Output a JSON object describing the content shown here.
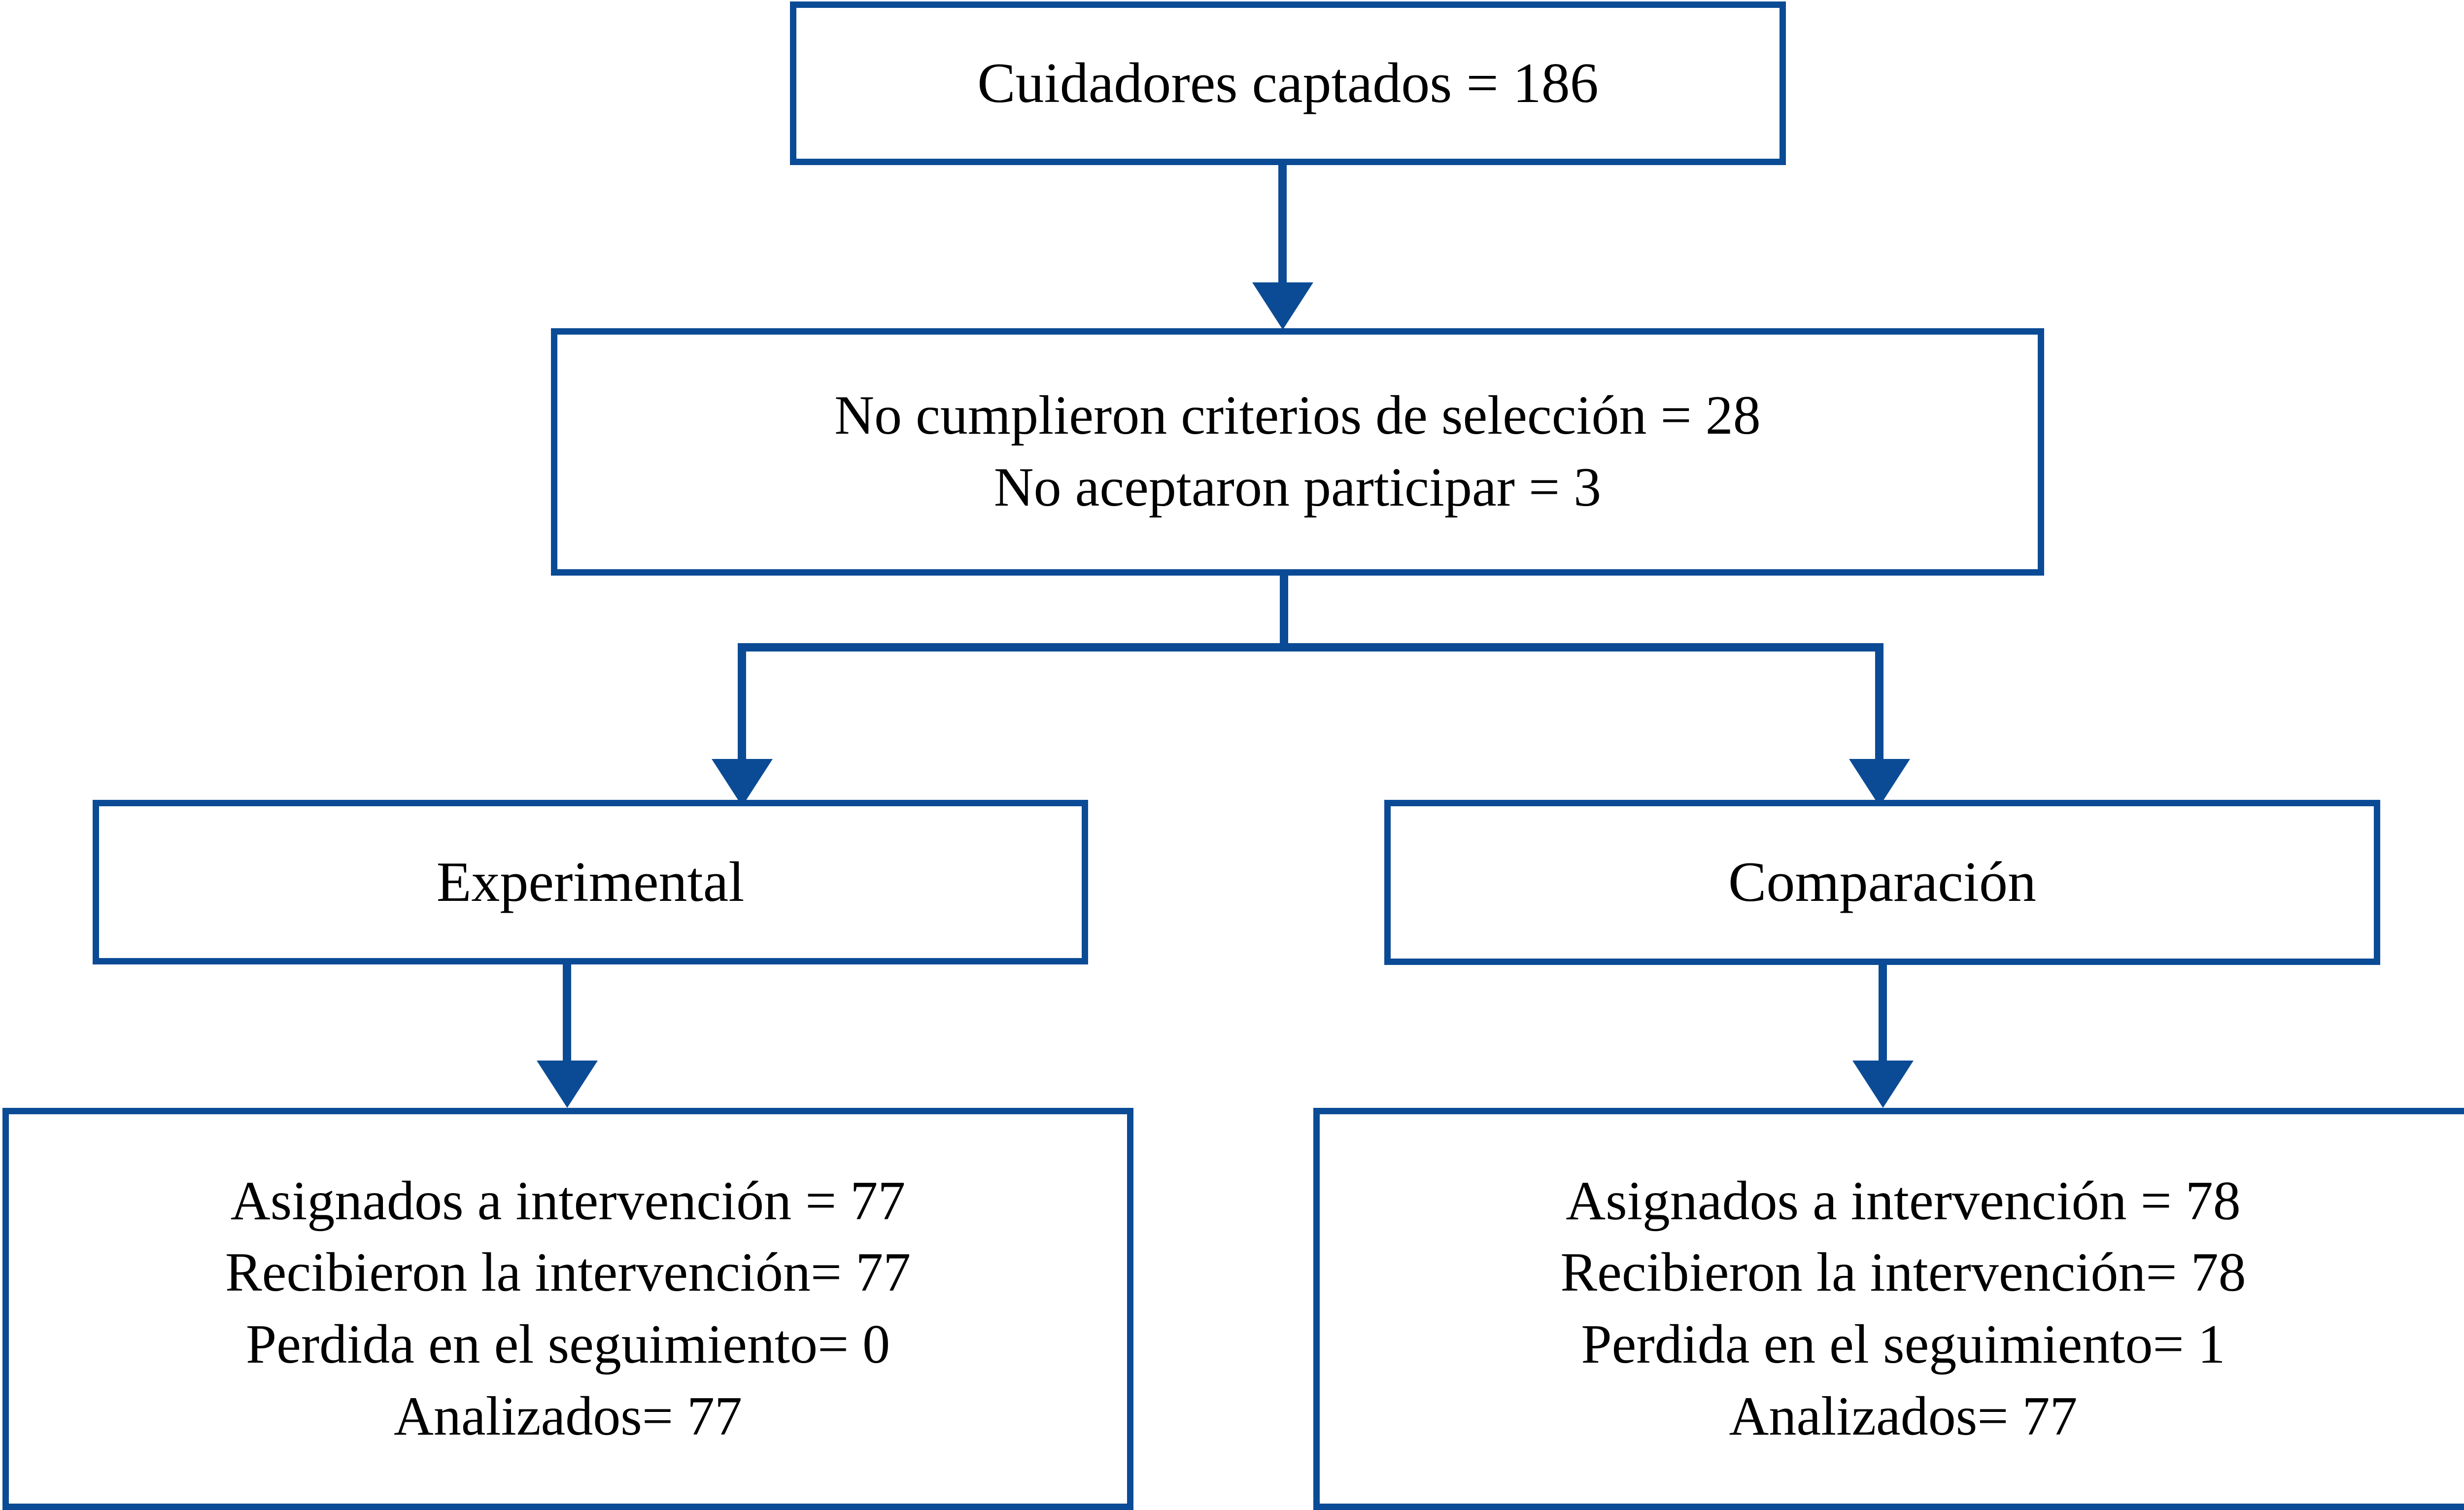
{
  "diagram": {
    "title": "CONSORT participant flow diagram",
    "accent_color": "#0b4b96",
    "text_color": "#000000",
    "background_color": "#ffffff",
    "nodes": {
      "enrollment": {
        "id": "cuidadores-captados",
        "lines": [
          "Cuidadores captados = 186"
        ]
      },
      "excluded": {
        "id": "excluidos",
        "lines": [
          "No cumplieron criterios de selección = 28",
          "No aceptaron participar = 3"
        ]
      },
      "group_experimental": {
        "id": "grupo-experimental",
        "lines": [
          "Experimental"
        ]
      },
      "group_comparison": {
        "id": "grupo-comparacion",
        "lines": [
          "Comparación"
        ]
      },
      "outcome_experimental": {
        "id": "resultados-experimental",
        "lines": [
          "Asignados a intervención = 77",
          "Recibieron la intervención= 77",
          "Perdida en el seguimiento= 0",
          "Analizados= 77"
        ]
      },
      "outcome_comparison": {
        "id": "resultados-comparacion",
        "lines": [
          "Asignados a intervención = 78",
          "Recibieron la intervención= 78",
          "Perdida en el seguimiento= 1",
          "Analizados= 77"
        ]
      }
    },
    "edges": [
      {
        "name": "enrollment-to-excluded",
        "type": "arrow-down"
      },
      {
        "name": "excluded-to-experimental",
        "type": "elbow-arrow-down-left"
      },
      {
        "name": "excluded-to-comparison",
        "type": "elbow-arrow-down-right"
      },
      {
        "name": "experimental-to-outcome",
        "type": "arrow-down"
      },
      {
        "name": "comparison-to-outcome",
        "type": "arrow-down"
      }
    ]
  },
  "chart_data": {
    "type": "table",
    "title": "Cuidadores captados = 186",
    "categories": [
      "Captados",
      "No cumplieron criterios de selección",
      "No aceptaron participar",
      "Experimental asignados",
      "Comparación asignados"
    ],
    "values": [
      186,
      28,
      3,
      77,
      78
    ],
    "series": [
      {
        "name": "Experimental",
        "values": [
          77,
          77,
          0,
          77
        ],
        "labels": [
          "Asignados a intervención",
          "Recibieron la intervención",
          "Perdida en el seguimiento",
          "Analizados"
        ]
      },
      {
        "name": "Comparación",
        "values": [
          78,
          78,
          1,
          77
        ],
        "labels": [
          "Asignados a intervención",
          "Recibieron la intervención",
          "Perdida en el seguimiento",
          "Analizados"
        ]
      }
    ]
  }
}
